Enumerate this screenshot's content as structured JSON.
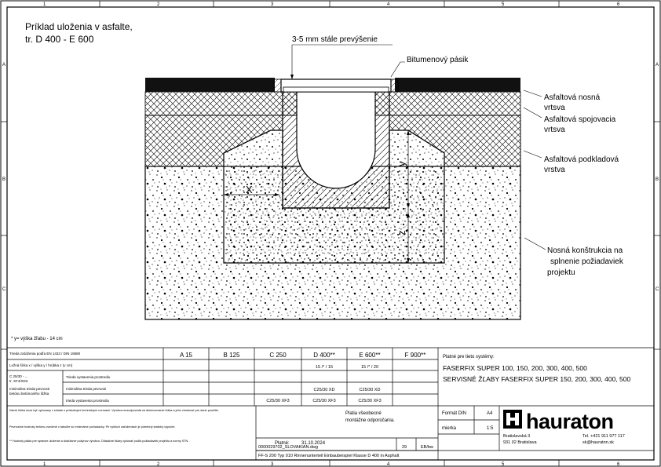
{
  "frame": {
    "col_numbers": [
      "1",
      "2",
      "3",
      "4",
      "5",
      "6"
    ],
    "row_letters": [
      "A",
      "B",
      "C"
    ]
  },
  "drawing": {
    "title_line1": "Príklad uloženia v asfalte,",
    "title_line2": "tr. D 400 - E 600",
    "label_overheight": "3-5 mm stále prevýšenie",
    "label_bitumen": "Bitumenový pásik",
    "label_layer1_a": "Asfaltová nosná",
    "label_layer1_b": "vrtsva",
    "label_layer2_a": "Asfaltová spojovacia",
    "label_layer2_b": "vrtsva",
    "label_layer3_a": "Asfaltová podkladová",
    "label_layer3_b": "vrstva",
    "label_concrete_a": "Nosná konštrukcia na",
    "label_concrete_b": "splnenie požiadaviek",
    "label_concrete_c": "projektu",
    "dim_x": "X",
    "dim_y": "y",
    "dim_z": "z",
    "footnote": "* y= výška žľabu - 14 cm"
  },
  "spec_table": {
    "row1_label": "Trieda zaťaženia podľa EN 1433 / DIN 19580",
    "row2_label": "Ložná šírka x / výška y / hrúbka z (v cm)",
    "row3_label_a": "C 25/30 - ...",
    "row3_label_b": "tr. XF4/XD3",
    "row3_label_c": "minimálna trieda pevnosti",
    "row3_label_d": "betónu betónového lôžka",
    "sub_row1": "Trieda vystavenia prostrediu",
    "sub_row2": "minimálna trieda pevnosti",
    "sub_row3": "trieda vystavenia prostrediu",
    "classes": [
      "A 15",
      "B 125",
      "C 250",
      "D 400**",
      "E 600**",
      "F 900**"
    ],
    "dims_d400": "15 /* / 15",
    "dims_e600": "15 /* / 20",
    "xd_d400": "C25/30 XD",
    "xd_e600": "C25/30 XD",
    "xf_c250": "C25/30 XF3",
    "xf_d400": "C25/30 XF3",
    "xf_e600": "C25/30 XF3",
    "systems_label": "Platné pre tieto systémy:",
    "system1": "FASERFIX SUPER 100, 150, 200, 300, 400, 500",
    "system2": "SERVISNÉ ŽĽABY FASERFIX SUPER 150, 200, 300, 400, 500"
  },
  "notes": {
    "note1": "Návrh lôžka musí byť vykonaný v súlade s príslušnými technickými normami. Výrobca nezodpovedá za dimenzovanie lôžka a jeho vhodnosť pre dané použitie.",
    "note2": "Pevnostné hodnoty betónu uvedené v tabuľke sú minimálne požiadavky. Pri vyšších zaťaženiach je potrebný statický výpočet.",
    "note3": "** Hodnoty platia pre správne uloženie a dodržanie pokynov výrobcu. Dilatačné škáry vykonať podľa požiadaviek projektu a normy STN.",
    "validity_a": "Platia všeobecné",
    "validity_b": "montážne odporúčania."
  },
  "title_block": {
    "format_label": "Formát DIN",
    "format_value": "A4",
    "scale_label": "mierka",
    "scale_value": "1:5",
    "date_label": "Platné:",
    "date_value": "31.10.2024",
    "drawing_number": "0000029702_SLOVAKIAN.dwg",
    "revision": "29",
    "author": "EB/bw",
    "company": "hauraton",
    "address1": "Bratislavská 3",
    "address2": "931 02 Bratislava",
    "phone": "Tel. +421 911 977 117",
    "email": "sk@hauraton.sk",
    "description": "FF-S 200 Typ 010 Rinnenunterteil Einbaubeispiel Klasse D 400 in Asphalt"
  }
}
